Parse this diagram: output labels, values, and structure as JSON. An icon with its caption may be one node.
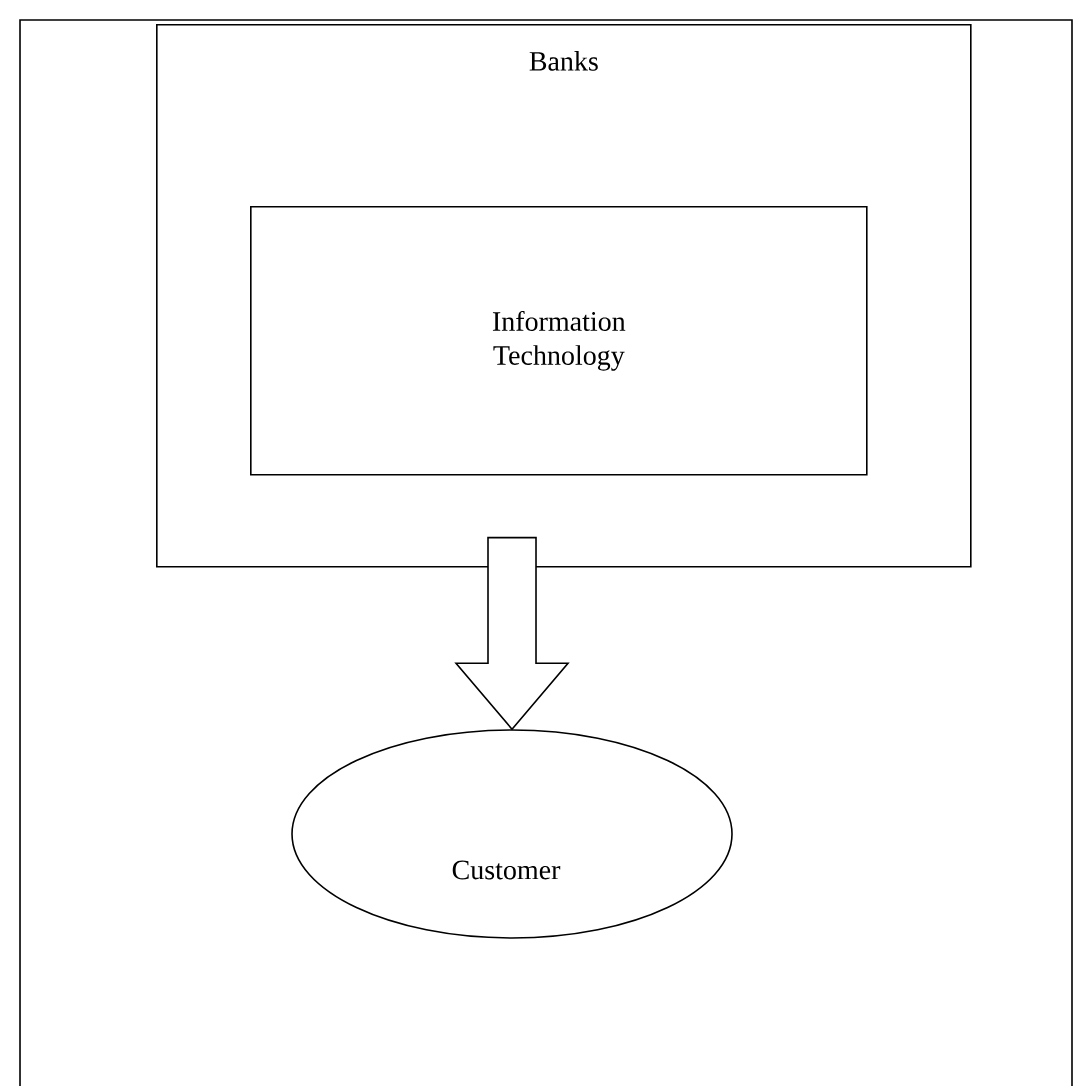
{
  "diagram": {
    "nodes": [
      {
        "text": [
          "Banks"
        ]
      },
      {
        "text": [
          "Information Technology"
        ],
        "in": 0
      },
      {
        "text": [
          "Customer"
        ]
      }
    ],
    "edges": [
      {
        "from": 0,
        "to": 2,
        "arrow": "to"
      }
    ]
  }
}
